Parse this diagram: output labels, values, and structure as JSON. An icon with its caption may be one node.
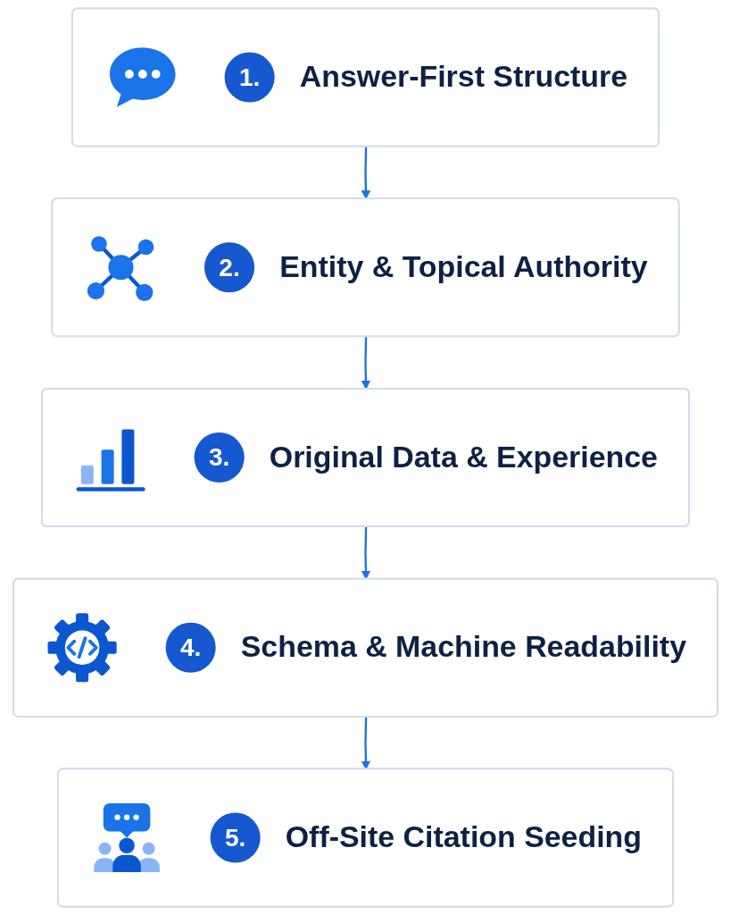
{
  "diagram": {
    "nodes": [
      {
        "text": [
          "1.",
          "Answer-First Structure"
        ]
      },
      {
        "text": [
          "2.",
          "Entity & Topical Authority"
        ]
      },
      {
        "text": [
          "3.",
          "Original Data & Experience"
        ]
      },
      {
        "text": [
          "4.",
          "Schema & Machine Readability"
        ]
      },
      {
        "text": [
          "5.",
          "Off-Site Citation Seeding"
        ]
      }
    ],
    "edges": [
      {
        "from": 0,
        "to": 1,
        "arrow": "to"
      },
      {
        "from": 1,
        "to": 2,
        "arrow": "to"
      },
      {
        "from": 2,
        "to": 3,
        "arrow": "to"
      },
      {
        "from": 3,
        "to": 4,
        "arrow": "to"
      }
    ]
  }
}
